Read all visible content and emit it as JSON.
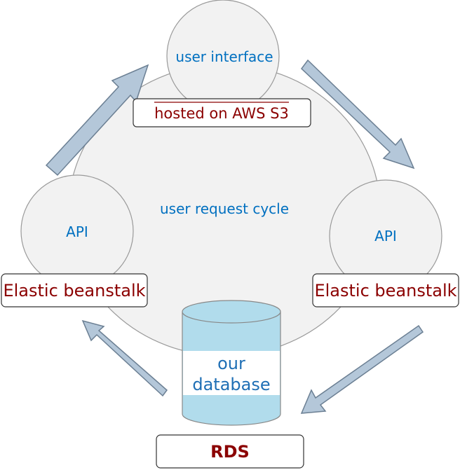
{
  "center_label": "user request cycle",
  "top_node": {
    "label": "user interface",
    "host": "hosted on AWS S3"
  },
  "left_node": {
    "label": "API",
    "host": "Elastic beanstalk"
  },
  "right_node": {
    "label": "API",
    "host": "Elastic beanstalk"
  },
  "database": {
    "line1": "our",
    "line2": "database",
    "host": "RDS"
  },
  "colors": {
    "circle_fill": "#f2f2f2",
    "circle_stroke": "#999999",
    "label_blue": "#0070c0",
    "host_red": "#8b0000",
    "arrow_fill": "#b4c7d9",
    "arrow_stroke": "#6b7f93",
    "db_fill": "#b1dcec"
  }
}
